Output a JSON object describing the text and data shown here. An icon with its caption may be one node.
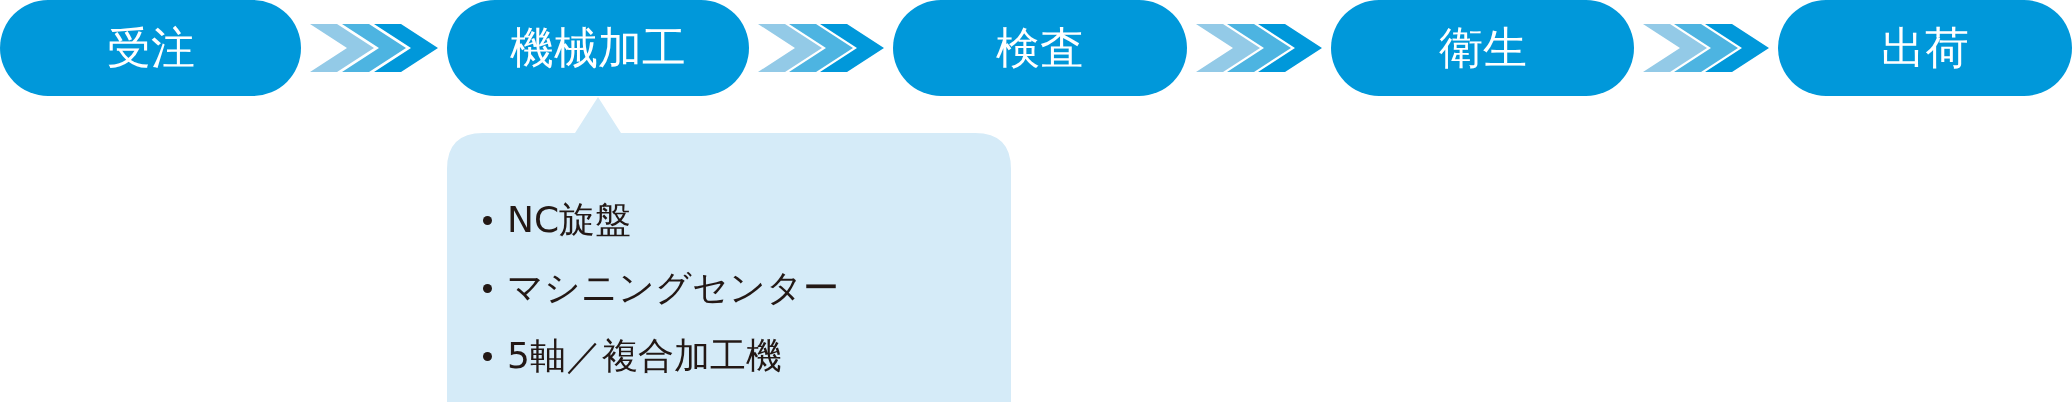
{
  "diagram": {
    "nodes": [
      {
        "text": [
          "受注"
        ]
      },
      {
        "text": [
          "機械加工"
        ]
      },
      {
        "text": [
          "検査"
        ]
      },
      {
        "text": [
          "衛生"
        ]
      },
      {
        "text": [
          "出荷"
        ]
      },
      {
        "text": [
          "NC旋盤",
          "マシニングセンター",
          "5軸／複合加工機"
        ]
      }
    ],
    "edges": [
      {
        "from": 0,
        "to": 1,
        "arrow": "to"
      },
      {
        "from": 1,
        "to": 2,
        "arrow": "to"
      },
      {
        "from": 2,
        "to": 3,
        "arrow": "to"
      },
      {
        "from": 3,
        "to": 4,
        "arrow": "to"
      }
    ]
  }
}
